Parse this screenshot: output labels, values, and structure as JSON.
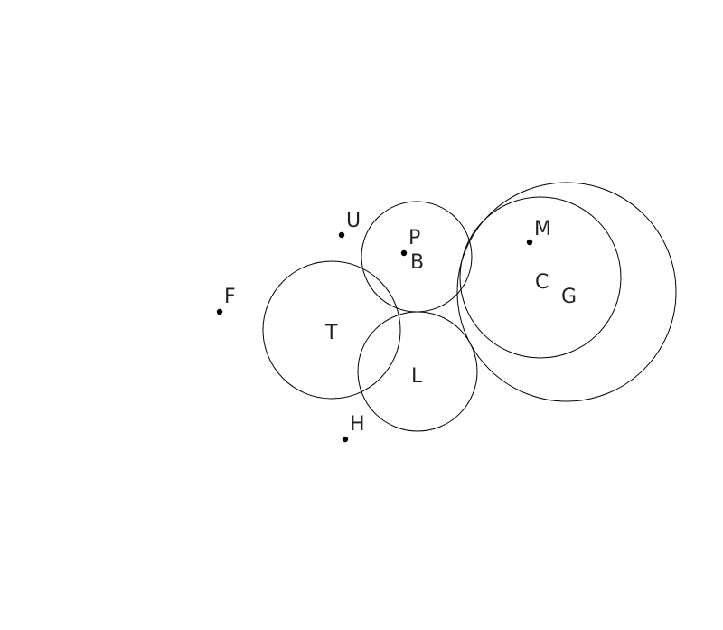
{
  "diagram": {
    "circles": [
      {
        "id": "circle-T",
        "label": "T"
      },
      {
        "id": "circle-B",
        "label": "B"
      },
      {
        "id": "circle-L",
        "label": "L"
      },
      {
        "id": "circle-C",
        "label": "C"
      },
      {
        "id": "circle-G",
        "label": "G"
      }
    ],
    "points": [
      {
        "id": "point-U",
        "label": "U"
      },
      {
        "id": "point-P",
        "label": "P"
      },
      {
        "id": "point-M",
        "label": "M"
      },
      {
        "id": "point-F",
        "label": "F"
      },
      {
        "id": "point-H",
        "label": "H"
      }
    ]
  }
}
